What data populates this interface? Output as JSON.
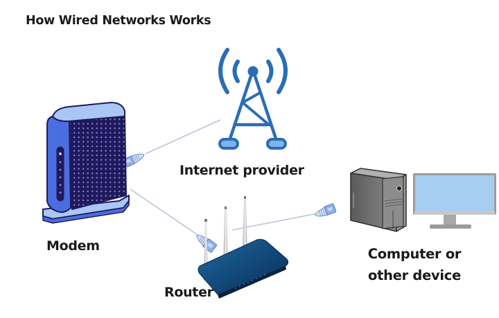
{
  "title": "How Wired Networks Works",
  "nodes": {
    "internet_provider": {
      "label": "Internet provider",
      "icon": "cell-tower-icon"
    },
    "modem": {
      "label": "Modem",
      "icon": "modem-icon"
    },
    "router": {
      "label": "Router",
      "icon": "router-icon"
    },
    "computer": {
      "label_line1": "Computer or",
      "label_line2": "other device",
      "icons": [
        "desktop-tower-icon",
        "monitor-icon"
      ]
    }
  },
  "connections": [
    {
      "from": "modem",
      "to": "internet_provider",
      "type": "ethernet-cable"
    },
    {
      "from": "modem",
      "to": "router",
      "type": "ethernet-cable"
    },
    {
      "from": "router",
      "to": "computer",
      "type": "ethernet-cable"
    }
  ],
  "colors": {
    "tower_blue": "#2a6db5",
    "tower_light": "#7fb2e8",
    "modem_dark": "#1e1a5c",
    "modem_blue": "#4a6ee0",
    "modem_light": "#a9c6f5",
    "router_blue": "#0f3f6b",
    "cable": "#b5c3dc",
    "plug": "#8fb1ea",
    "monitor_screen": "#a7cdf0",
    "pc_gray": "#7a7a7a",
    "text": "#1a1a1a"
  }
}
